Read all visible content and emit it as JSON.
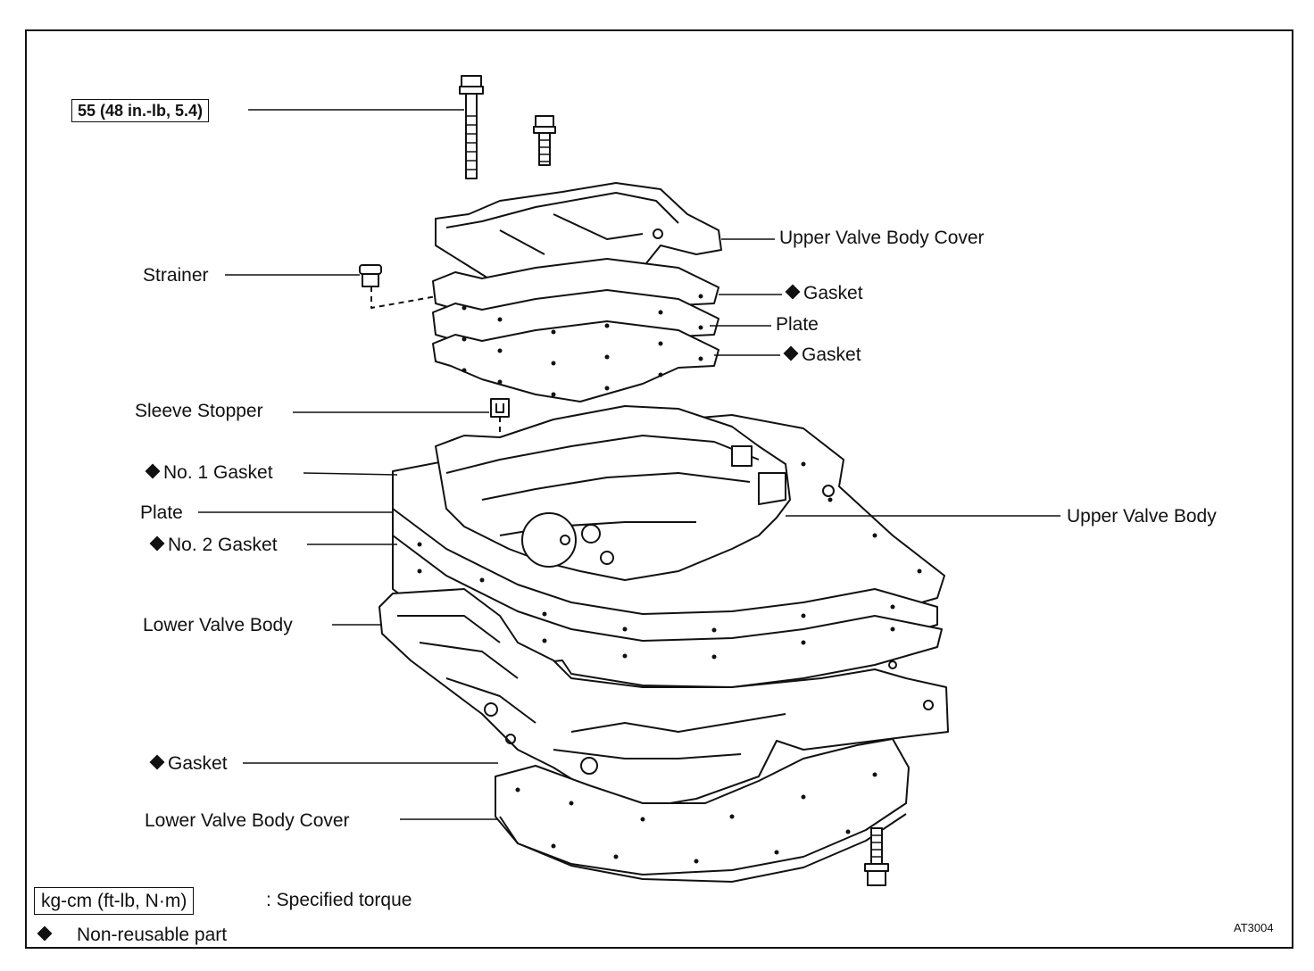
{
  "torque_callout": "55 (48 in.-lb, 5.4)",
  "labels": {
    "upper_valve_body_cover": "Upper Valve Body Cover",
    "strainer": "Strainer",
    "gasket_1": "Gasket",
    "plate_1": "Plate",
    "gasket_2": "Gasket",
    "sleeve_stopper": "Sleeve Stopper",
    "no1_gasket": "No. 1 Gasket",
    "plate_2": "Plate",
    "no2_gasket": "No. 2 Gasket",
    "upper_valve_body": "Upper Valve Body",
    "lower_valve_body": "Lower Valve Body",
    "gasket_3": "Gasket",
    "lower_valve_body_cover": "Lower Valve Body Cover"
  },
  "legend": {
    "torque_unit": "kg-cm (ft-lb, N·m)",
    "torque_desc": ":  Specified torque",
    "nonreusable_desc": "Non-reusable part"
  },
  "figure_id": "AT3004"
}
